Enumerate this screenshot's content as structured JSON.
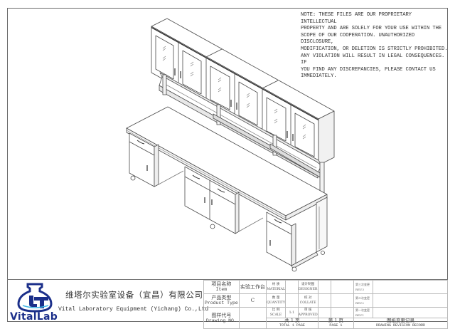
{
  "note": {
    "lines": [
      "NOTE: THESE FILES ARE OUR PROPRIETARY INTELLECTUAL",
      "PROPERTY AND ARE SOLELY FOR YOUR USE WITHIN THE",
      "SCOPE OF OUR COOPERATION. UNAUTHORIZED DISCLOSURE,",
      "MODIFICATION, OR DELETION IS STRICTLY PROHIBITED.",
      "ANY VIOLATION WILL RESULT IN LEGAL CONSEQUENCES.  IF",
      "YOU FIND ANY DISCREPANCIES, PLEASE CONTACT US",
      "IMMEDIATELY."
    ]
  },
  "drawing": {
    "subject": "Laboratory workbench with upper glass-door wall cabinets, reagent shelves, drawers, base cabinets and casters",
    "colors": {
      "line": "#4a4a4a",
      "fill": "#ffffff",
      "shade": "#e8e8e8"
    }
  },
  "company": {
    "logo_text": "VitalLab",
    "logo_mark": "UT",
    "name_cn": "维塔尔实验室设备（宜昌）有限公司",
    "name_en": "Vital Laboratory Equipment (Yichang) Co.,Ltd",
    "brand_color": "#1b2f8a",
    "accent_color": "#3fb6e6"
  },
  "title_block": {
    "item_label_cn": "项目名称",
    "item_label_en": "Item",
    "item_value": "实验工作台",
    "product_type_label_cn": "产品类型",
    "product_type_label_en": "Product Type",
    "product_type_value": "C",
    "drawing_no_label_cn": "图样代号",
    "drawing_no_label_en": "Drawing NO.",
    "drawing_no_value": "",
    "material_label_cn": "材  质",
    "material_label_en": "MATERIAL",
    "material_value": "",
    "quantity_label_cn": "数  量",
    "quantity_label_en": "QUANTITY",
    "quantity_value": "",
    "scale_label_cn": "比  例",
    "scale_label_en": "SCALE",
    "scale_value": "1:1",
    "designer_label_cn": "设计制图",
    "designer_label_en": "DESIGNER",
    "designer_value": "",
    "collate_label_cn": "校  对",
    "collate_label_en": "COLLATE",
    "collate_value": "",
    "approved_label_cn": "审  核",
    "approved_label_en": "APPROVED",
    "approved_value": "",
    "total_pages_cn": "共 1 页",
    "total_pages_en": "TOTAL 1 PAGE",
    "page_cn": "第 1 页",
    "page_en": "PAGE 1",
    "revisions": [
      {
        "label_cn": "第三次变更",
        "label_en": "REV.3",
        "value": ""
      },
      {
        "label_cn": "第二次变更",
        "label_en": "REV.2",
        "value": ""
      },
      {
        "label_cn": "第一次变更",
        "label_en": "REV.1",
        "value": ""
      }
    ],
    "revision_record_cn": "图纸变更记录",
    "revision_record_en": "DRAWING REVISION RECORD"
  }
}
